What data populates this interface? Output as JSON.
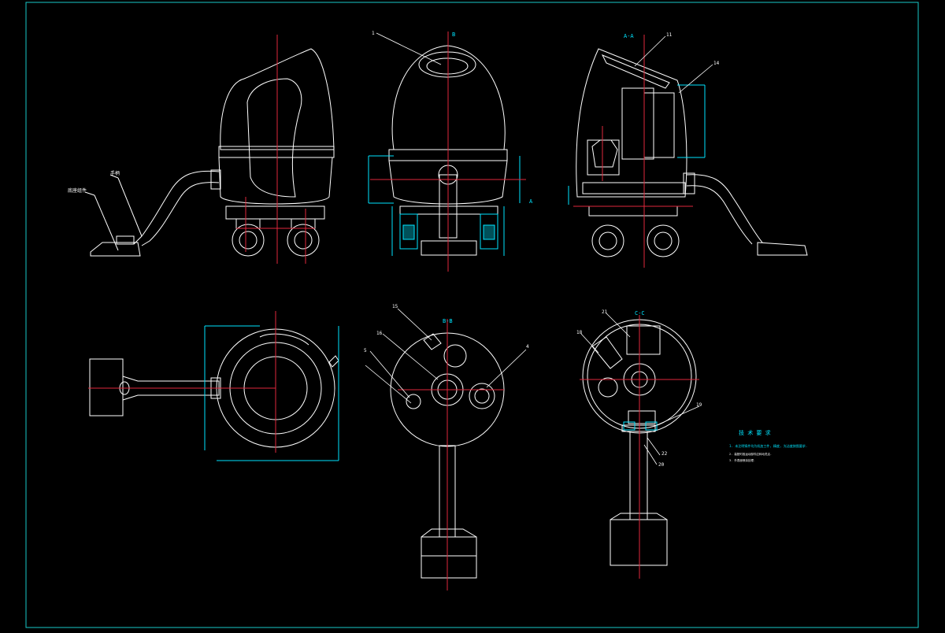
{
  "drawing": {
    "view_labels": {
      "section_b": "B-B",
      "section_c": "C-C",
      "section_a": "A-A",
      "arrow_b_top": "B",
      "arrow_a_right": "A"
    },
    "part_callouts": {
      "front_top": "1",
      "side_section_top": "11",
      "side_section_right": "14",
      "bottom_b_a": "15",
      "bottom_b_b": "16",
      "bottom_b_c": "5",
      "bottom_b_d": "4",
      "bottom_c_a": "21",
      "bottom_c_b": "18",
      "bottom_c_c": "19",
      "bottom_c_d": "22",
      "bottom_c_e": "20"
    },
    "side_labels": {
      "upper": "手柄",
      "lower": "底座组件"
    },
    "notes": {
      "title": "技 术 要 求",
      "line1": "1. 未注明铸件均为机加工件, 精度, 光洁度按图要求.",
      "line2": "2. 装配时各运动部件应转动灵活.",
      "line3": "3. 外表面喷涂处理."
    },
    "colors": {
      "outline": "#ffffff",
      "centerline": "#e0283c",
      "dimension": "#00e5ff",
      "border": "#17c9c9"
    }
  }
}
